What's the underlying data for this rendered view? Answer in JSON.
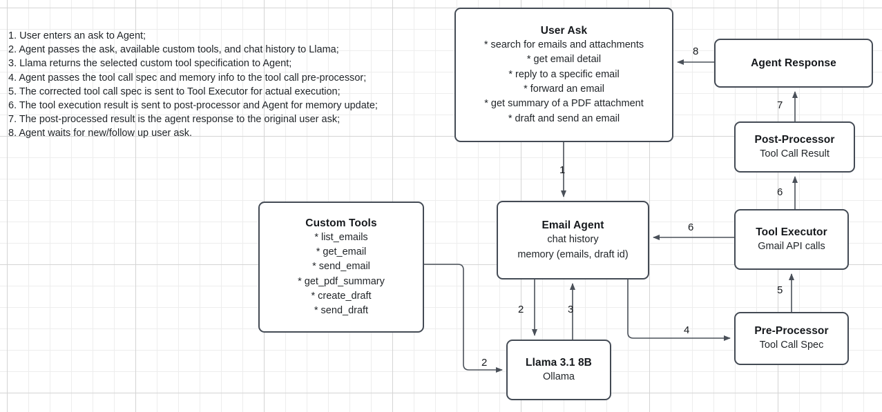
{
  "legend": {
    "name": "process-steps",
    "steps": [
      "1. User enters an ask to Agent;",
      "2. Agent passes the ask, available custom tools, and chat history to Llama;",
      "3. Llama returns the selected custom tool specification to Agent;",
      "4. Agent passes the tool call spec and memory info to the tool call pre-processor;",
      "5. The corrected tool call spec is sent to Tool Executor for actual execution;",
      "6. The tool execution result is sent to post-processor and Agent for memory update;",
      "7. The post-processed result is the agent response to the original user ask;",
      "8. Agent waits for new/follow up user ask."
    ]
  },
  "nodes": {
    "user_ask": {
      "title": "User Ask",
      "lines": [
        "* search for emails and attachments",
        "* get email detail",
        "* reply to a specific email",
        "* forward an email",
        "* get summary of a PDF attachment",
        "* draft and send an email"
      ]
    },
    "agent_response": {
      "title": "Agent Response",
      "lines": []
    },
    "post_processor": {
      "title": "Post-Processor",
      "lines": [
        "Tool Call Result"
      ]
    },
    "custom_tools": {
      "title": "Custom Tools",
      "lines": [
        "* list_emails",
        "* get_email",
        "* send_email",
        "* get_pdf_summary",
        "* create_draft",
        "* send_draft"
      ]
    },
    "email_agent": {
      "title": "Email Agent",
      "lines": [
        "chat history",
        "memory (emails, draft id)"
      ]
    },
    "tool_executor": {
      "title": "Tool Executor",
      "lines": [
        "Gmail API calls"
      ]
    },
    "pre_processor": {
      "title": "Pre-Processor",
      "lines": [
        "Tool Call Spec"
      ]
    },
    "llama": {
      "title": "Llama 3.1 8B",
      "lines": [
        "Ollama"
      ]
    }
  },
  "edges": [
    {
      "id": "1",
      "label": "1",
      "from": "user_ask",
      "to": "email_agent",
      "direction": "down"
    },
    {
      "id": "2a",
      "label": "2",
      "from": "email_agent",
      "to": "llama",
      "direction": "down"
    },
    {
      "id": "2b",
      "label": "2",
      "from": "custom_tools",
      "to": "llama",
      "direction": "right"
    },
    {
      "id": "3",
      "label": "3",
      "from": "llama",
      "to": "email_agent",
      "direction": "up"
    },
    {
      "id": "4",
      "label": "4",
      "from": "email_agent",
      "to": "pre_processor",
      "direction": "right"
    },
    {
      "id": "5",
      "label": "5",
      "from": "pre_processor",
      "to": "tool_executor",
      "direction": "up"
    },
    {
      "id": "6a",
      "label": "6",
      "from": "tool_executor",
      "to": "email_agent",
      "direction": "left"
    },
    {
      "id": "6b",
      "label": "6",
      "from": "tool_executor",
      "to": "post_processor",
      "direction": "up"
    },
    {
      "id": "7",
      "label": "7",
      "from": "post_processor",
      "to": "agent_response",
      "direction": "up"
    },
    {
      "id": "8",
      "label": "8",
      "from": "agent_response",
      "to": "user_ask",
      "direction": "left"
    }
  ],
  "colors": {
    "node_border": "#434a54",
    "node_fill": "#ffffff",
    "text": "#15181c",
    "connector": "#4a5059",
    "grid_minor": "#ededed",
    "grid_major": "#d4d4d4"
  }
}
